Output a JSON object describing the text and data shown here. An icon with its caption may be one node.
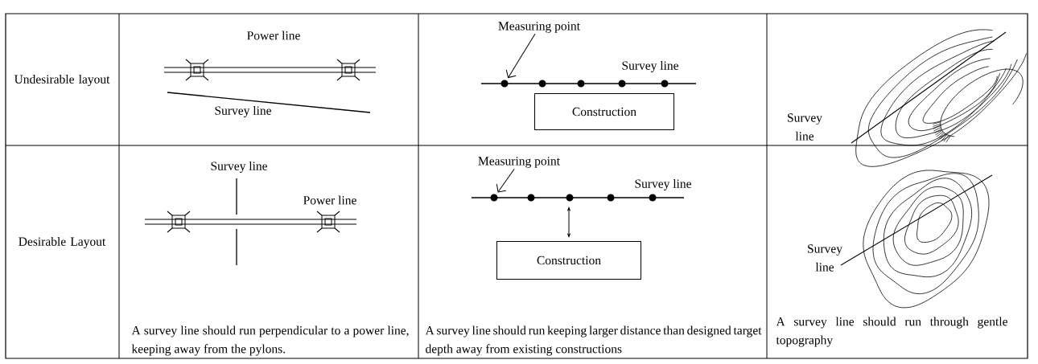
{
  "diagram": {
    "nodes": [
      {
        "text": [
          "Measuring point"
        ]
      },
      {
        "text": [],
        "shape": "circle"
      },
      {
        "text": [
          "Construction"
        ]
      },
      {
        "text": [
          "Measuring point"
        ]
      },
      {
        "text": [],
        "shape": "circle"
      },
      {
        "text": [
          "Construction"
        ]
      }
    ],
    "edges": [
      {
        "from": 0,
        "to": 1,
        "arrow": "to"
      },
      {
        "from": 3,
        "to": 4,
        "arrow": "to"
      }
    ],
    "labels": [
      "Undesirable layout",
      "Power line",
      "Survey line",
      "Survey line",
      "Survey line",
      "Desirable Layout",
      "Survey line",
      "Power line",
      "Survey line",
      "Survey line",
      "A survey line should run perpendicular to a power line, keeping away from the pylons.",
      "A survey line should run keeping larger distance than designed target depth away from existing constructions",
      "A survey line should run through gentle topography"
    ]
  }
}
